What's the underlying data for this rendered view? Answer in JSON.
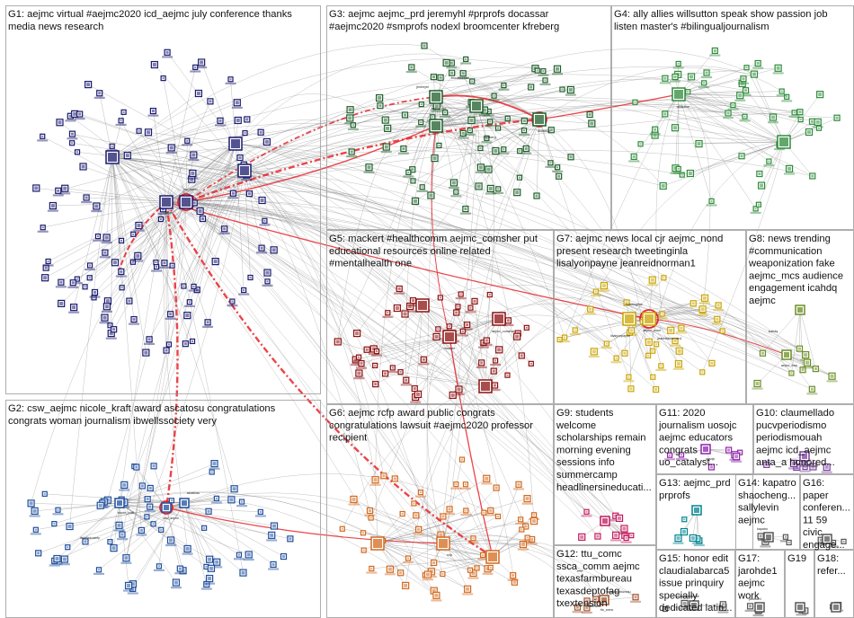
{
  "background": "#ffffff",
  "edge_color": "#777777",
  "highlight_edge_color": "#e8232a",
  "groups": [
    {
      "id": "G1",
      "color": "#1a1a6e",
      "lines": [
        "G1: aejmc virtual #aejmc2020 icd_aejmc july conference thanks",
        "media news research"
      ]
    },
    {
      "id": "G2",
      "color": "#1f4e9c",
      "lines": [
        "G2: csw_aejmc nicole_kraft award ascatosu congratulations",
        "congrats woman journalism ibwellssociety very"
      ]
    },
    {
      "id": "G3",
      "color": "#1e5e2a",
      "lines": [
        "G3: aejmc aejmc_prd jeremyhl #prprofs docassar",
        "#aejmc2020 #smprofs nodexl broomcenter kfreberg"
      ]
    },
    {
      "id": "G4",
      "color": "#2e8b3a",
      "lines": [
        "G4: ally allies willsutton speak show passion job",
        "listen master's #bilingualjournalism"
      ]
    },
    {
      "id": "G5",
      "color": "#8b1010",
      "lines": [
        "G5: mackert #healthcomm aejmc_comsher put",
        "educational resources online related",
        "#mentalhealth one"
      ]
    },
    {
      "id": "G6",
      "color": "#d2691e",
      "lines": [
        "G6: aejmc rcfp award public congrats",
        "congratulations lawsuit #aejmc2020 professor",
        "recipient"
      ]
    },
    {
      "id": "G7",
      "color": "#c9a400",
      "lines": [
        "G7: aejmc news local cjr aejmc_nond",
        "present research tweetinginla",
        "lisalyonpayne jeanreidnorman1"
      ]
    },
    {
      "id": "G8",
      "color": "#6b8e23",
      "lines": [
        "G8: news trending",
        "#communication",
        "weaponization fake",
        "aejmc_mcs audience",
        "engagement icahdq",
        "aejmc"
      ]
    },
    {
      "id": "G9",
      "color": "#c2185b",
      "lines": [
        "G9: students",
        "welcome",
        "scholarships remain",
        "morning evening",
        "sessions info",
        "summercamp",
        "headlinersineducati..."
      ]
    },
    {
      "id": "G10",
      "color": "#7b3fa0",
      "lines": [
        "G10: claumellado",
        "pucvperiodismo",
        "periodismouah",
        "aejmc icd_aejmc",
        "anta_a honored..."
      ]
    },
    {
      "id": "G11",
      "color": "#8e24aa",
      "lines": [
        "G11: 2020",
        "journalism uosojc",
        "aejmc educators",
        "congrats",
        "uo_catalyst..."
      ]
    },
    {
      "id": "G12",
      "color": "#a0522d",
      "lines": [
        "G12: ttu_comc",
        "ssca_comm aejmc",
        "texasfarmbureau",
        "texasdeptofag",
        "txextension"
      ]
    },
    {
      "id": "G13",
      "color": "#00838f",
      "lines": [
        "G13: aejmc_prd",
        "prprofs"
      ]
    },
    {
      "id": "G14",
      "color": "#555555",
      "lines": [
        "G14: kapatro",
        "shaocheng...",
        "sallylevin",
        "aejmc"
      ]
    },
    {
      "id": "G15",
      "color": "#555555",
      "lines": [
        "G15: honor edit",
        "claudialabarca5",
        "issue prinquiry",
        "specially",
        "dedicated latin..."
      ]
    },
    {
      "id": "G16",
      "color": "#555555",
      "lines": [
        "G16:",
        "paper",
        "conferen...",
        "11 59",
        "civic",
        "engage..."
      ]
    },
    {
      "id": "G17",
      "color": "#555555",
      "lines": [
        "G17:",
        "jarohde1",
        "aejmc",
        "work"
      ]
    },
    {
      "id": "G18",
      "color": "#555555",
      "lines": [
        "G18:",
        "refer..."
      ]
    },
    {
      "id": "G19",
      "color": "#555555",
      "lines": [
        "G19"
      ]
    }
  ],
  "vertex_labels": [
    "aejmc",
    "icd_aejmc",
    "csw_aejmc",
    "aejmc_prd",
    "jeremyhl",
    "docassar",
    "willsutton",
    "mackert",
    "aejmc_comsher",
    "rcfp",
    "aejmc_nond",
    "lisalyonpayne",
    "jeanreidnorman1",
    "aejmc_mcs",
    "claumellado",
    "uosojc",
    "ttu_comc",
    "kfreberg",
    "broomcenter",
    "nicole_kraft",
    "ascatosu",
    "ibwellssociety",
    "tweetinginla",
    "icahdq",
    "kapatro",
    "sallylevin",
    "jarohde1",
    "claudialabarca5",
    "txextension",
    "texasfarmbureau"
  ]
}
